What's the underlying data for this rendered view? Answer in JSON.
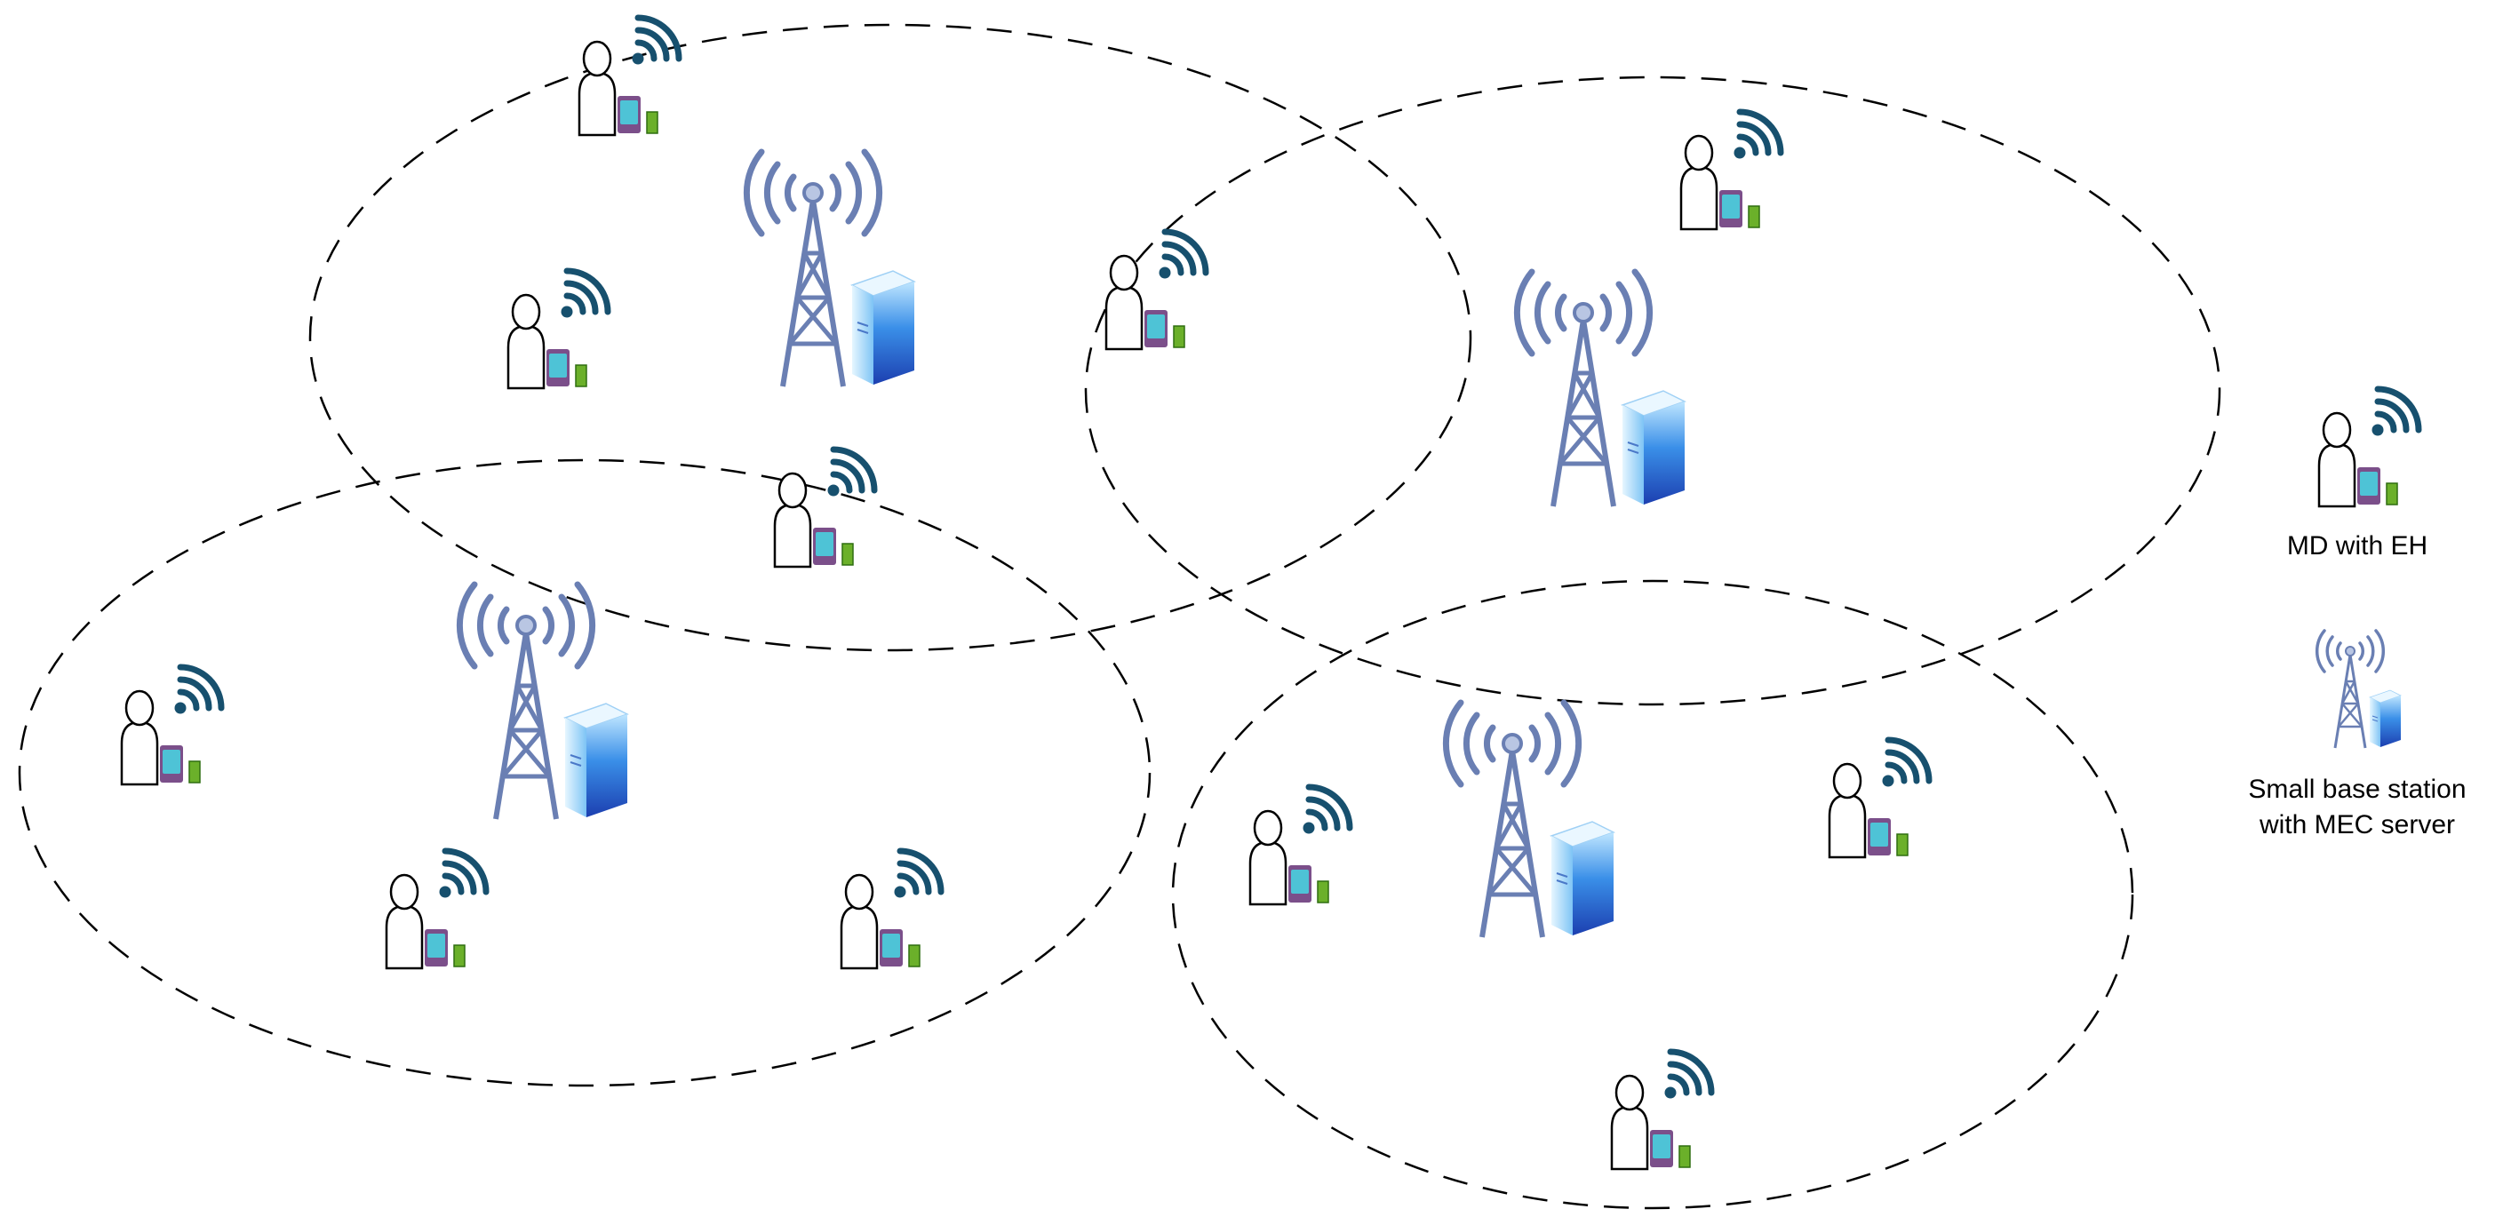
{
  "legend": {
    "md_label": "MD with EH",
    "bs_label_line1": "Small base station",
    "bs_label_line2": "with MEC server"
  },
  "icons": {
    "user": "person-icon",
    "device": "mobile-device-icon",
    "battery": "battery-icon",
    "signal": "wifi-signal-icon",
    "tower": "radio-tower-icon",
    "server": "mec-server-icon"
  },
  "colors": {
    "signal": "#17506e",
    "tower": "#6a7fb3",
    "phone_frame": "#7b4f8a",
    "phone_screen": "#4ec3d6",
    "battery": "#6bb02a",
    "server_light": "#bfe6ff",
    "server_dark": "#1c3fb0"
  }
}
